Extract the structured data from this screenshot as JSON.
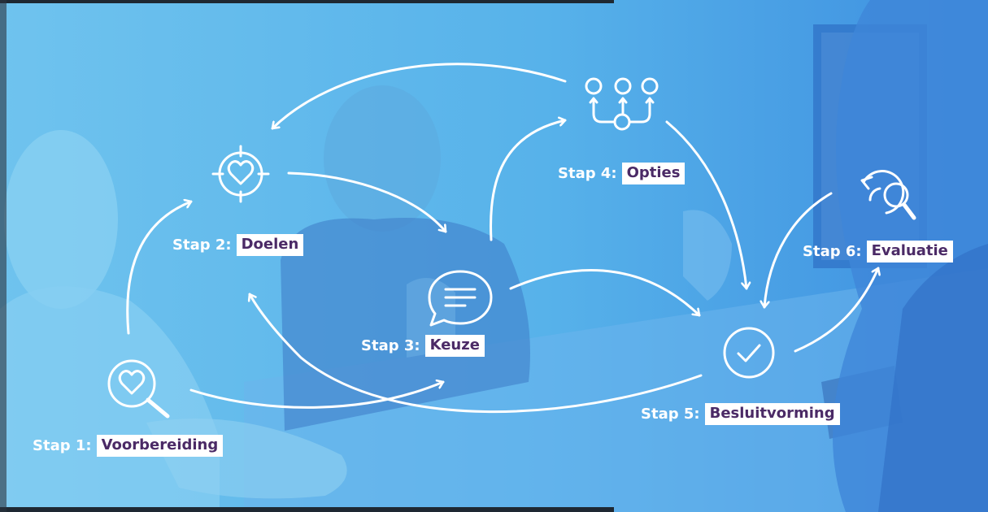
{
  "steps": [
    {
      "prefix": "Stap 1:",
      "name": "Voorbereiding",
      "icon": "heart-magnifier-icon"
    },
    {
      "prefix": "Stap 2:",
      "name": "Doelen",
      "icon": "heart-target-icon"
    },
    {
      "prefix": "Stap 3:",
      "name": "Keuze",
      "icon": "speech-bubble-icon"
    },
    {
      "prefix": "Stap 4:",
      "name": "Opties",
      "icon": "options-nodes-icon"
    },
    {
      "prefix": "Stap 5:",
      "name": "Besluitvorming",
      "icon": "checkmark-circle-icon"
    },
    {
      "prefix": "Stap 6:",
      "name": "Evaluatie",
      "icon": "cycle-magnifier-icon"
    }
  ],
  "colors": {
    "overlay": "#3fa9e8",
    "label_background": "#ffffff",
    "label_text": "#4b2a66",
    "prefix_text": "#ffffff",
    "line": "#ffffff"
  }
}
